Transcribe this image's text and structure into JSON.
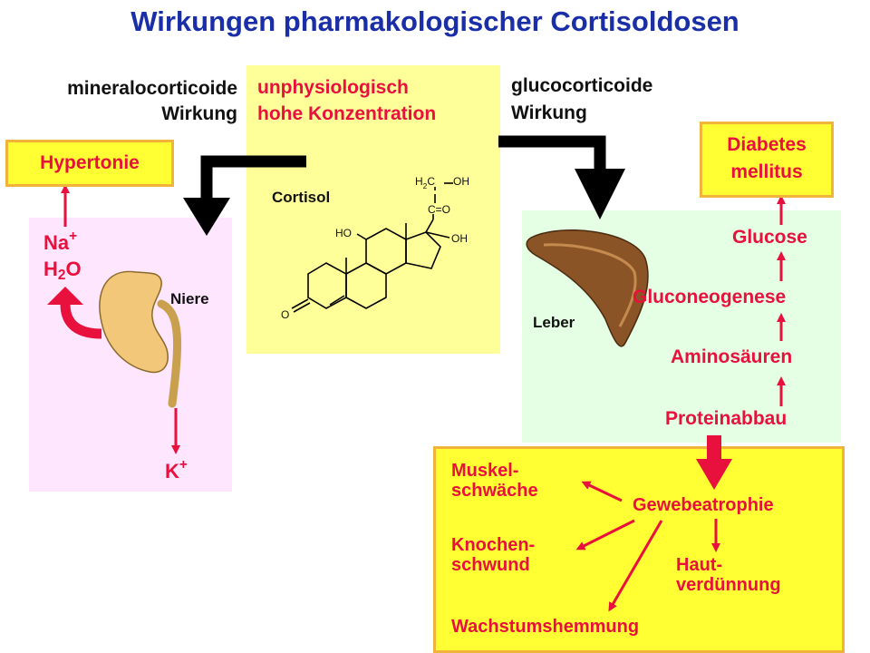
{
  "title": "Wirkungen pharmakologischer Cortisoldosen",
  "colors": {
    "title": "#1a2ea8",
    "accent": "#e8103c",
    "kidney_panel": "#ffe6ff",
    "cortisol_panel": "#ffff99",
    "liver_panel": "#e4ffe4",
    "effect_panel": "#ffff33",
    "box_border": "#f2b33a",
    "kidney": "#f2c77a",
    "liver": "#8b5426"
  },
  "left": {
    "heading_line1": "mineralocorticoide",
    "heading_line2": "Wirkung",
    "hypertonie": "Hypertonie",
    "na": "Na",
    "na_sup": "+",
    "h2o_h": "H",
    "h2o_sub": "2",
    "h2o_o": "O",
    "niere": "Niere",
    "k": "K",
    "k_sup": "+"
  },
  "center": {
    "line1": "unphysiologisch",
    "line2": "hohe Konzentration",
    "cortisol": "Cortisol",
    "struct_h2c_h": "H",
    "struct_h2c_sub": "2",
    "struct_h2c_c": "C",
    "struct_oh_top": "OH",
    "struct_co": "C=O",
    "struct_ho": "HO",
    "struct_oh": "OH",
    "struct_o": "O"
  },
  "right": {
    "heading_line1": "glucocorticoide",
    "heading_line2": "Wirkung",
    "diabetes_line1": "Diabetes",
    "diabetes_line2": "mellitus",
    "glucose": "Glucose",
    "gluconeogenese": "Gluconeogenese",
    "aminosaeuren": "Aminosäuren",
    "proteinabbau": "Proteinabbau",
    "leber": "Leber"
  },
  "effects": {
    "muskel_line1": "Muskel-",
    "muskel_line2": "schwäche",
    "gewebeatrophie": "Gewebeatrophie",
    "knochen_line1": "Knochen-",
    "knochen_line2": "schwund",
    "haut_line1": "Haut-",
    "haut_line2": "verdünnung",
    "wachstum": "Wachstumshemmung"
  }
}
